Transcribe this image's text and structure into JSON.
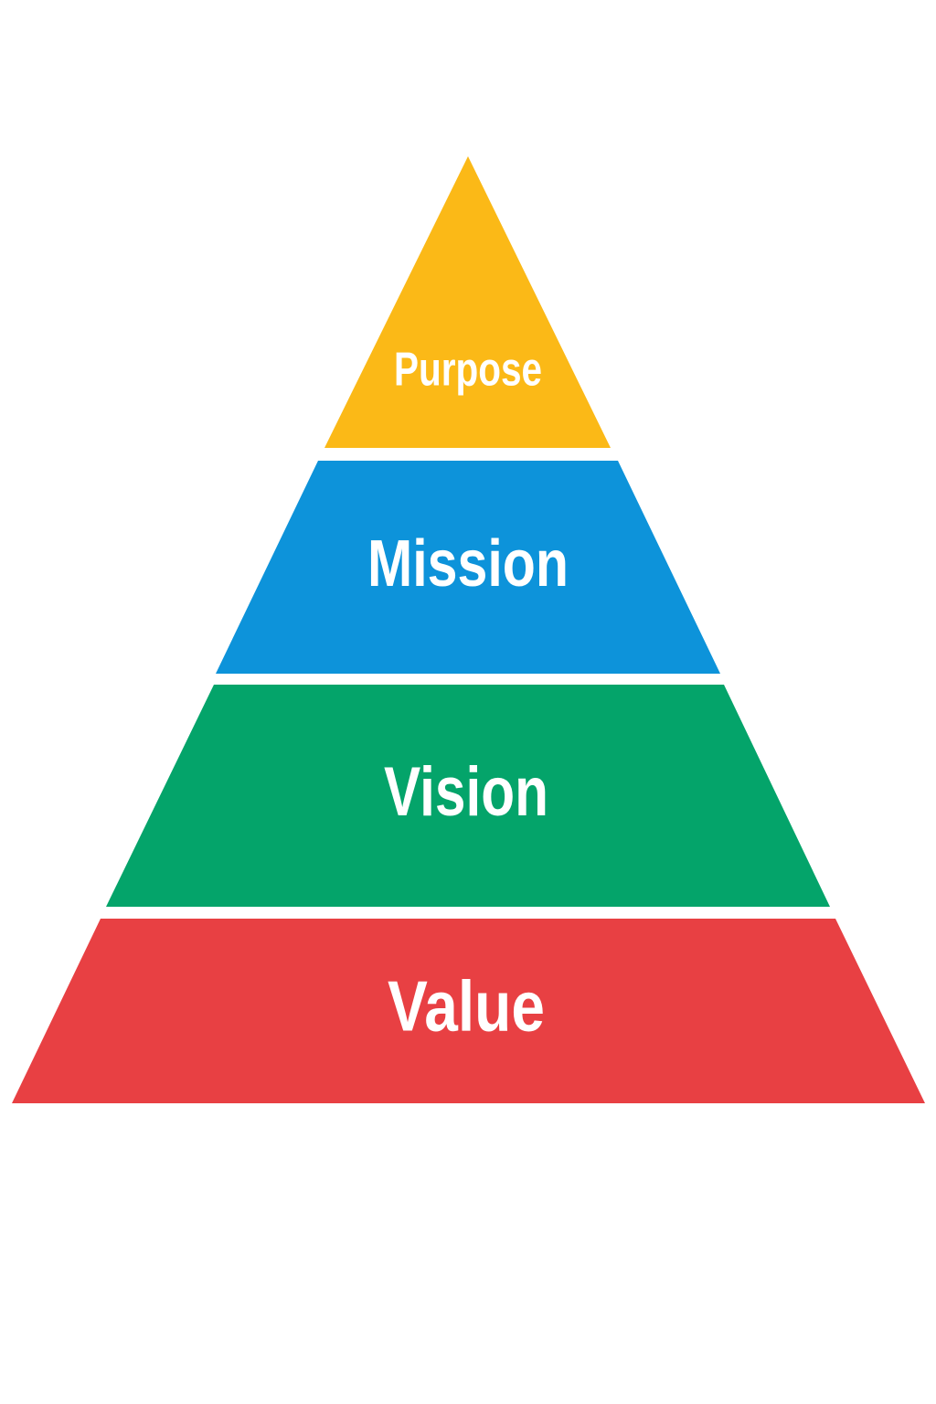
{
  "background_color": "#FFFFFF",
  "label_color": "#FFFFFF",
  "pyramid": {
    "tiers": [
      {
        "id": "purpose",
        "label": "Purpose",
        "color": "#FBB917"
      },
      {
        "id": "mission",
        "label": "Mission",
        "color": "#0D93DA"
      },
      {
        "id": "vision",
        "label": "Vision",
        "color": "#04A46A"
      },
      {
        "id": "value",
        "label": "Value",
        "color": "#E84043"
      }
    ]
  }
}
